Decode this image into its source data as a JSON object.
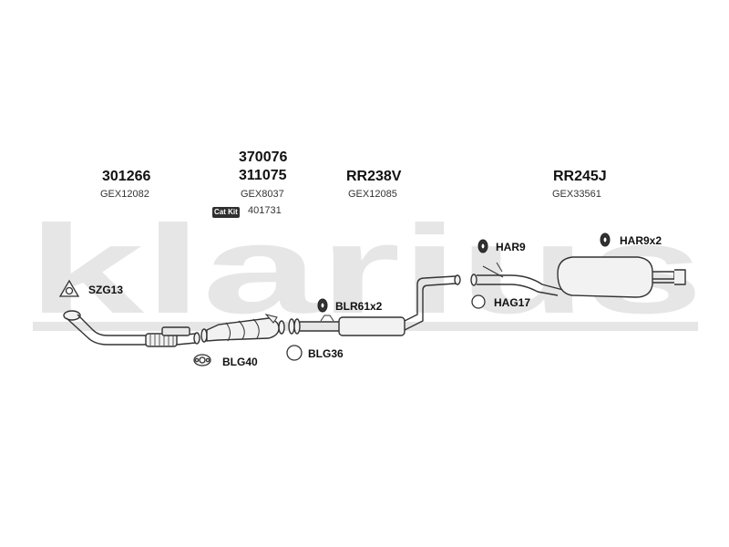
{
  "watermark": {
    "text": "klarius",
    "color": "#e6e6e6"
  },
  "columns": [
    {
      "numbers": [
        "301266"
      ],
      "code": "GEX12082"
    },
    {
      "numbers": [
        "370076",
        "311075"
      ],
      "code": "GEX8037",
      "catkit": {
        "badge": "Cat Kit",
        "number": "401731"
      }
    },
    {
      "numbers": [
        "RR238V"
      ],
      "code": "GEX12085"
    },
    {
      "numbers": [
        "RR245J"
      ],
      "code": "GEX33561"
    }
  ],
  "parts": {
    "szg13": "SZG13",
    "blg40": "BLG40",
    "blg36": "BLG36",
    "blr61": "BLR61x2",
    "har9": "HAR9",
    "hag17": "HAG17",
    "har9x2": "HAR9x2"
  },
  "colors": {
    "line": "#333333",
    "fill": "#f2f2f2",
    "watermark": "#e6e6e6"
  }
}
